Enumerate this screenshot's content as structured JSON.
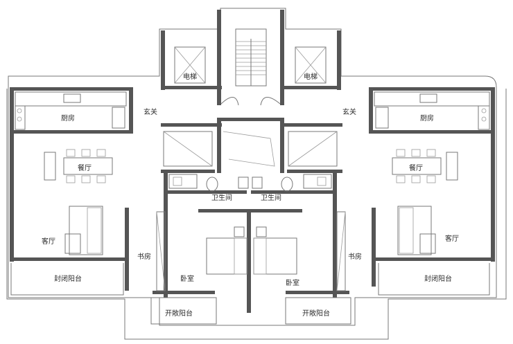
{
  "rooms": {
    "elevator_left": "电梯",
    "elevator_right": "电梯",
    "foyer_left": "玄关",
    "foyer_right": "玄关",
    "kitchen_left": "厨房",
    "kitchen_right": "厨房",
    "dining_left": "餐厅",
    "dining_right": "餐厅",
    "living_left": "客厅",
    "living_right": "客厅",
    "bath_left": "卫生间",
    "bath_right": "卫生间",
    "study_left": "书房",
    "study_right": "书房",
    "bedroom_left": "卧室",
    "bedroom_right": "卧室",
    "enclosed_balcony_left": "封闭阳台",
    "enclosed_balcony_right": "封闭阳台",
    "open_balcony_left": "开敞阳台",
    "open_balcony_right": "开敞阳台"
  },
  "colors": {
    "wall": "#555555",
    "line": "#777777",
    "text": "#2b2b2b"
  }
}
